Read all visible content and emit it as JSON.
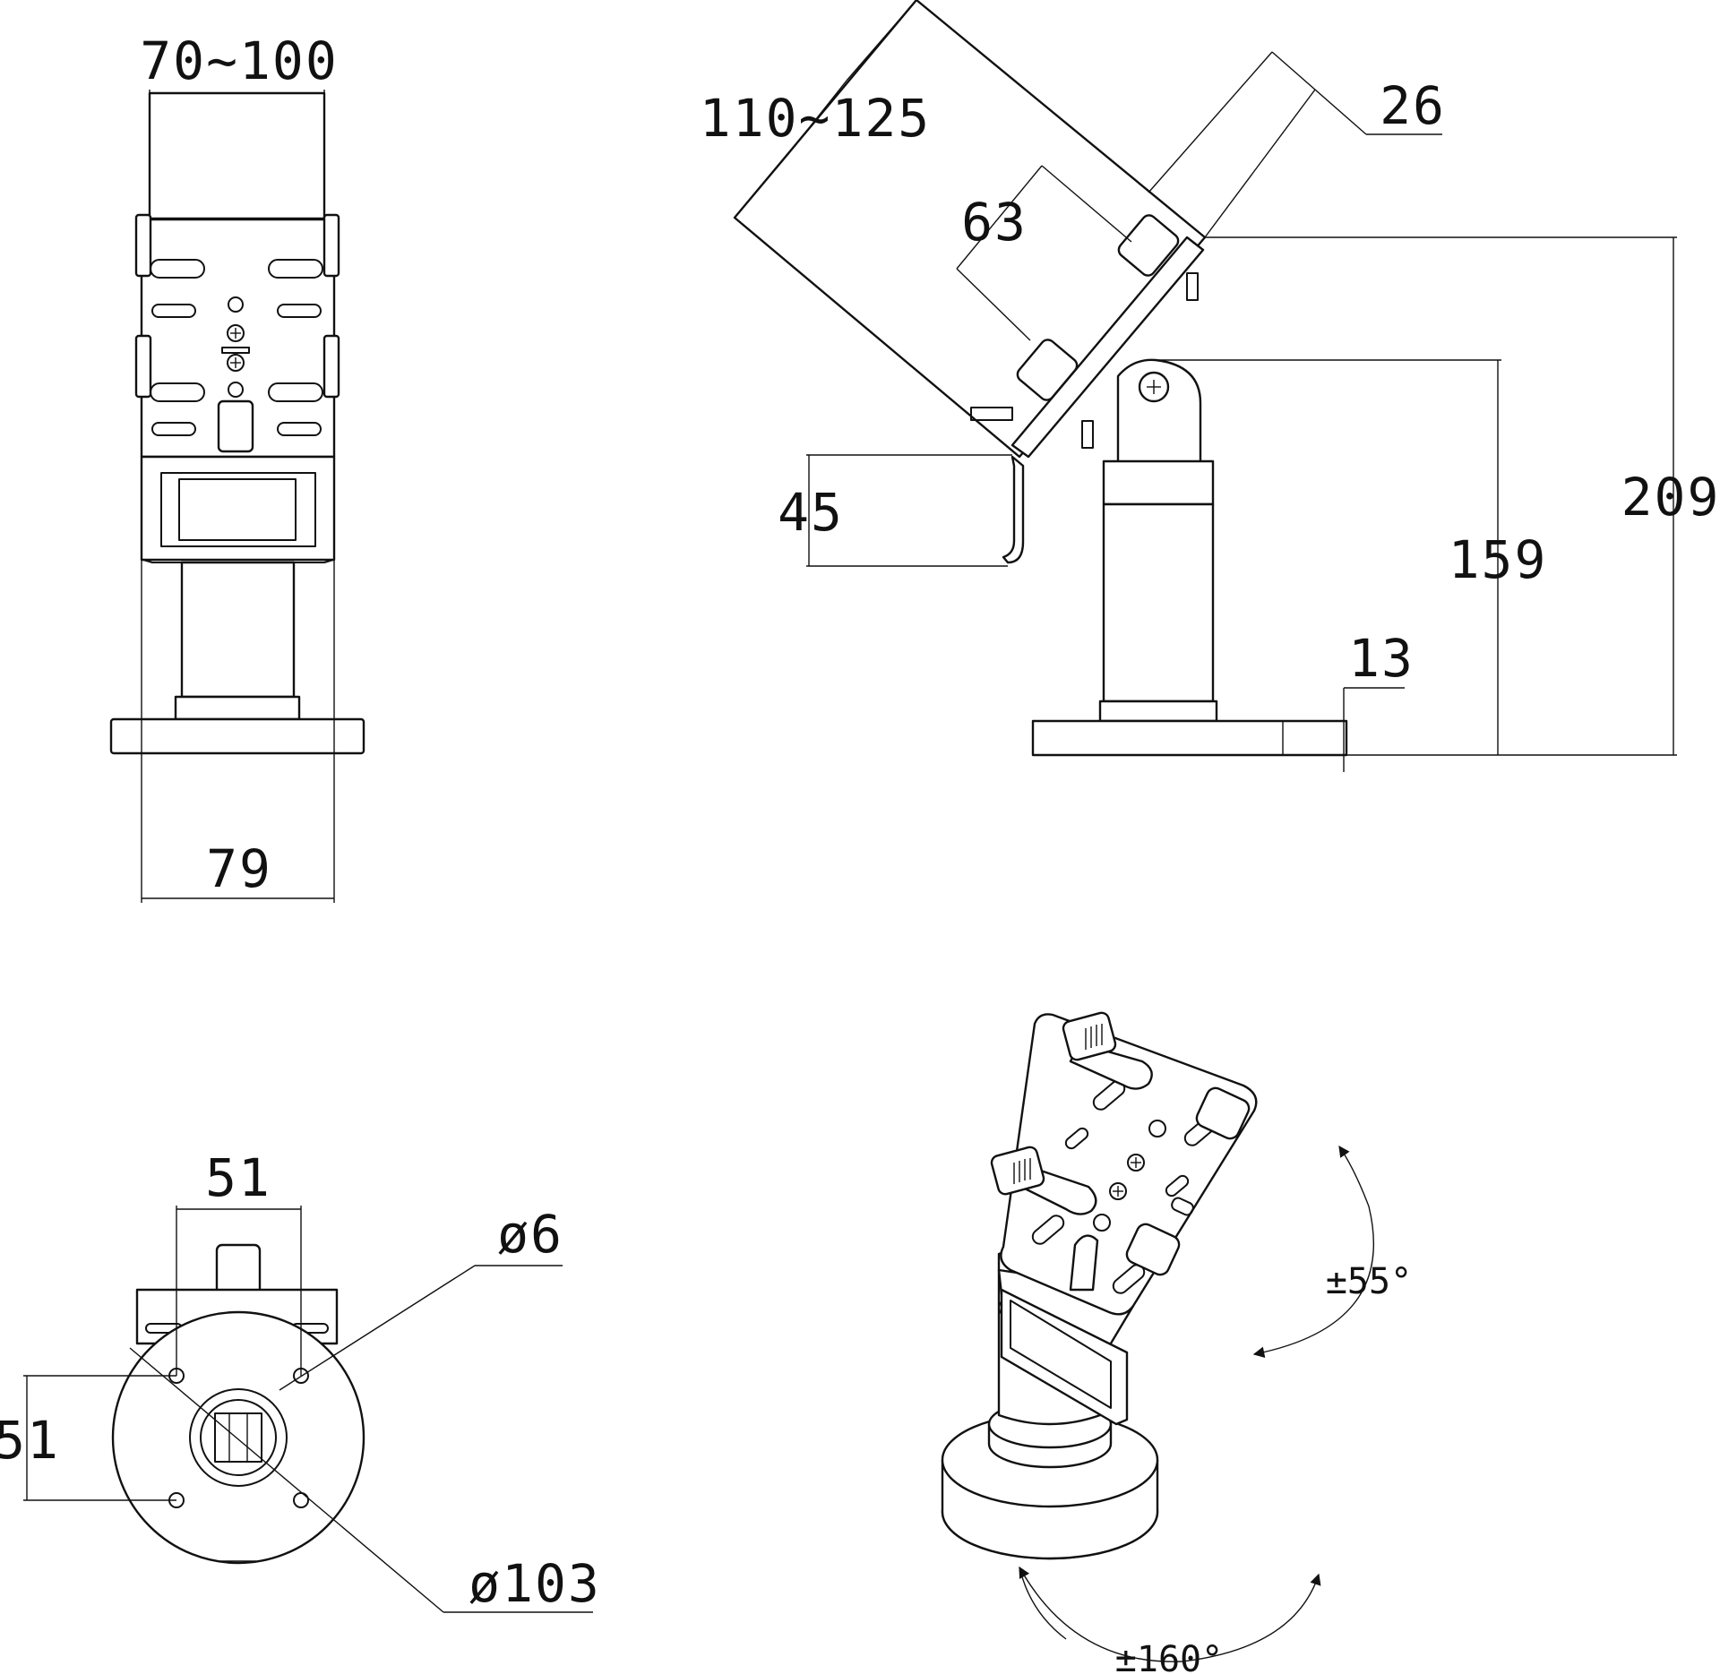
{
  "drawing": {
    "colors": {
      "line": "#111111",
      "background": "#ffffff"
    },
    "front_view": {
      "width_range_label": "70~100",
      "base_width_label": "79"
    },
    "side_view": {
      "length_range_label": "110~125",
      "depth_label": "26",
      "holder_label": "63",
      "lip_label": "45",
      "total_height_label": "209",
      "pivot_height_label": "159",
      "base_height_label": "13"
    },
    "bottom_view": {
      "hole_spacing_x_label": "51",
      "hole_spacing_y_label": "51",
      "hole_diameter_label": "ø6",
      "base_diameter_label": "ø103"
    },
    "iso_view": {
      "tilt_label": "±55°",
      "swivel_label": "±160°"
    }
  }
}
